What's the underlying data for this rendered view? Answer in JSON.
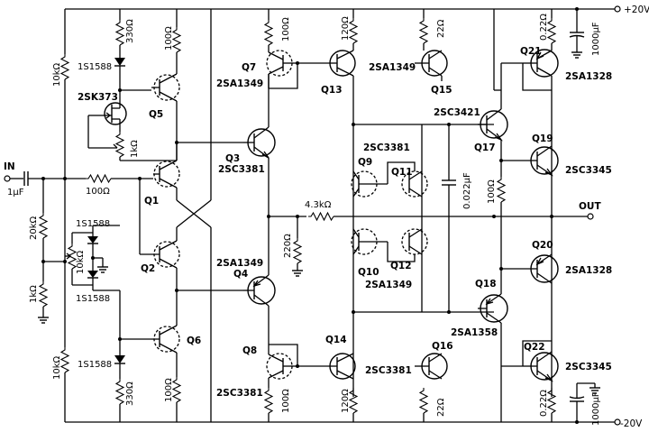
{
  "rails": {
    "pos": "+20V",
    "neg": "-20V",
    "input": "IN",
    "output": "OUT"
  },
  "transistors": [
    {
      "id": "q1",
      "name": "Q1",
      "part": ""
    },
    {
      "id": "q2",
      "name": "Q2",
      "part": ""
    },
    {
      "id": "q3",
      "name": "Q3",
      "part": "2SC3381"
    },
    {
      "id": "q4",
      "name": "Q4",
      "part": "2SA1349"
    },
    {
      "id": "q5",
      "name": "Q5",
      "part": "2SK373"
    },
    {
      "id": "q6",
      "name": "Q6",
      "part": ""
    },
    {
      "id": "q7",
      "name": "Q7",
      "part": "2SA1349"
    },
    {
      "id": "q8",
      "name": "Q8",
      "part": "2SC3381"
    },
    {
      "id": "q9",
      "name": "Q9",
      "part": "2SC3381"
    },
    {
      "id": "q10",
      "name": "Q10",
      "part": "2SA1349"
    },
    {
      "id": "q11",
      "name": "Q11",
      "part": ""
    },
    {
      "id": "q12",
      "name": "Q12",
      "part": ""
    },
    {
      "id": "q13",
      "name": "Q13",
      "part": "2SA1349"
    },
    {
      "id": "q14",
      "name": "Q14",
      "part": "2SC3381"
    },
    {
      "id": "q15",
      "name": "Q15",
      "part": ""
    },
    {
      "id": "q16",
      "name": "Q16",
      "part": ""
    },
    {
      "id": "q17",
      "name": "Q17",
      "part": "2SC3421"
    },
    {
      "id": "q18",
      "name": "Q18",
      "part": "2SA1358"
    },
    {
      "id": "q19",
      "name": "Q19",
      "part": "2SC3345"
    },
    {
      "id": "q20",
      "name": "Q20",
      "part": "2SA1328"
    },
    {
      "id": "q21",
      "name": "Q21",
      "part": "2SA1328"
    },
    {
      "id": "q22",
      "name": "Q22",
      "part": "2SC3345"
    }
  ],
  "resistors": {
    "r_10k_top": "10kΩ",
    "r_330_top": "330Ω",
    "r_100_q5": "100Ω",
    "r_1k_pot": "1kΩ",
    "r_100_in": "100Ω",
    "r_20k": "20kΩ",
    "r_10k_trim": "10kΩ",
    "r_1k_bottom": "1kΩ",
    "r_10k_bot": "10kΩ",
    "r_330_bot": "330Ω",
    "r_100_q6": "100Ω",
    "r_100_q7": "100Ω",
    "r_100_q8": "100Ω",
    "r_120_q13": "120Ω",
    "r_120_q14": "120Ω",
    "r_22_q15": "22Ω",
    "r_22_q16": "22Ω",
    "r_4k3": "4.3kΩ",
    "r_220": "220Ω",
    "r_100_drv": "100Ω",
    "r_022_top": "0.22Ω",
    "r_022_bot": "0.22Ω"
  },
  "capacitors": {
    "c_in": "1μF",
    "c_comp": "0.022μF",
    "c_top": "1000μF",
    "c_bot": "1000μF"
  },
  "diodes": {
    "d_top": "1S1588",
    "d_mid1": "1S1588",
    "d_mid2": "1S1588",
    "d_bot": "1S1588"
  }
}
